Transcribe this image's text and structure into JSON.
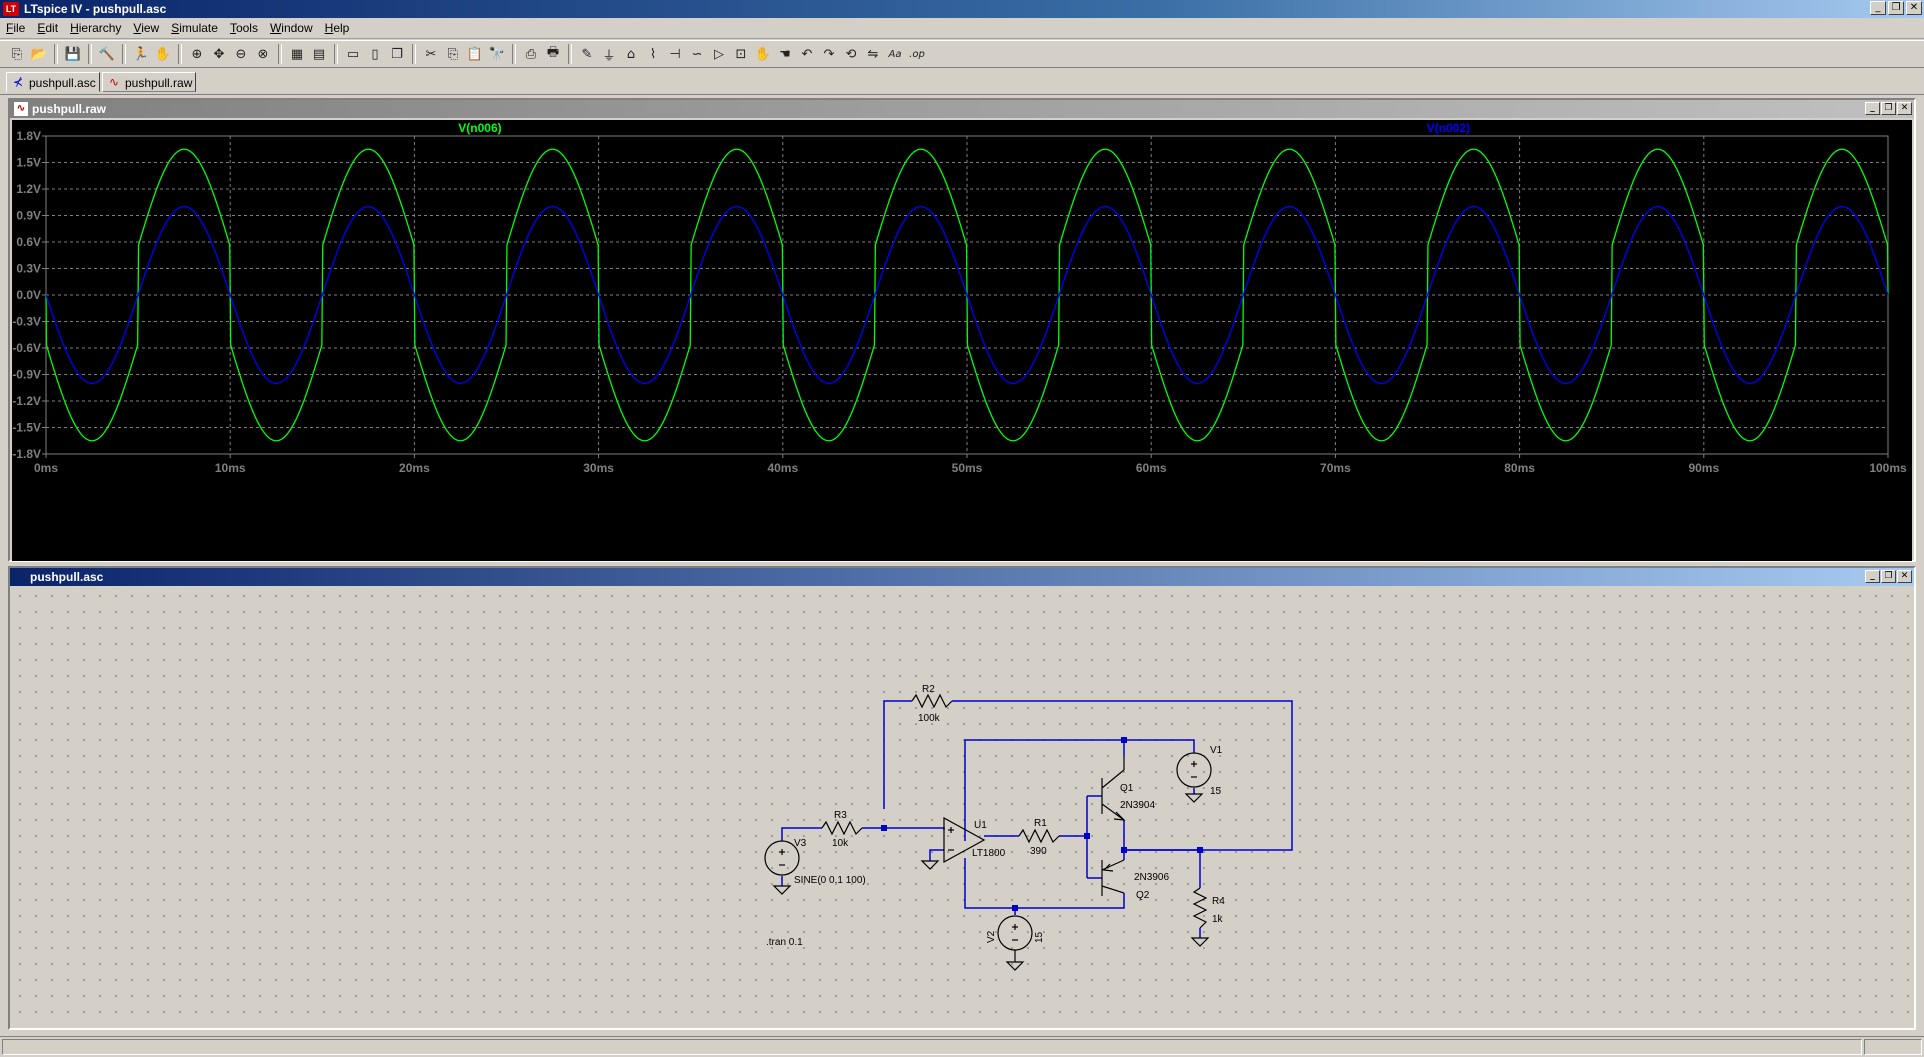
{
  "window": {
    "title": "LTspice IV - pushpull.asc",
    "app_icon": "ltspice-icon",
    "buttons": {
      "minimize": "_",
      "restore": "❐",
      "close": "✕"
    }
  },
  "menubar": {
    "items": [
      {
        "label": "File",
        "key": "F",
        "rest": "ile"
      },
      {
        "label": "Edit",
        "key": "E",
        "rest": "dit"
      },
      {
        "label": "Hierarchy",
        "key": "H",
        "rest": "ierarchy"
      },
      {
        "label": "View",
        "key": "V",
        "rest": "iew"
      },
      {
        "label": "Simulate",
        "key": "S",
        "rest": "imulate"
      },
      {
        "label": "Tools",
        "key": "T",
        "rest": "ools"
      },
      {
        "label": "Window",
        "key": "W",
        "rest": "indow"
      },
      {
        "label": "Help",
        "key": "H",
        "rest": "elp"
      }
    ]
  },
  "toolbar": {
    "groups": [
      [
        "new-schematic-icon",
        "open-icon"
      ],
      [
        "save-icon"
      ],
      [
        "control-panel-icon"
      ],
      [
        "run-icon",
        "halt-icon"
      ],
      [
        "zoom-in-icon",
        "pan-icon",
        "zoom-out-icon",
        "zoom-fit-icon"
      ],
      [
        "autorange-icon",
        "view-icon"
      ],
      [
        "tile-horizontal-icon",
        "tile-vertical-icon",
        "cascade-icon"
      ],
      [
        "cut-icon",
        "copy-icon",
        "paste-icon",
        "find-icon"
      ],
      [
        "print-setup-icon",
        "print-icon"
      ],
      [
        "wire-icon",
        "ground-icon",
        "label-icon",
        "resistor-icon",
        "capacitor-icon",
        "inductor-icon",
        "diode-icon",
        "component-icon",
        "move-icon",
        "drag-icon",
        "undo-icon",
        "redo-icon",
        "rotate-icon",
        "mirror-icon",
        "text-icon",
        "spice-directive-icon"
      ]
    ],
    "glyphs": {
      "new-schematic-icon": "⎘",
      "open-icon": "📂",
      "save-icon": "💾",
      "control-panel-icon": "🔨",
      "run-icon": "🏃",
      "halt-icon": "✋",
      "zoom-in-icon": "⊕",
      "pan-icon": "✥",
      "zoom-out-icon": "⊖",
      "zoom-fit-icon": "⊗",
      "autorange-icon": "▦",
      "view-icon": "▤",
      "tile-horizontal-icon": "▭",
      "tile-vertical-icon": "▯",
      "cascade-icon": "❐",
      "cut-icon": "✂",
      "copy-icon": "⎘",
      "paste-icon": "📋",
      "find-icon": "🔭",
      "print-setup-icon": "⎙",
      "print-icon": "🖶",
      "wire-icon": "✎",
      "ground-icon": "⏚",
      "label-icon": "⌂",
      "resistor-icon": "⌇",
      "capacitor-icon": "⊣",
      "inductor-icon": "∽",
      "diode-icon": "▷",
      "component-icon": "⊡",
      "move-icon": "✋",
      "drag-icon": "☚",
      "undo-icon": "↶",
      "redo-icon": "↷",
      "rotate-icon": "⟲",
      "mirror-icon": "⇋",
      "text-icon": "Aa",
      "spice-directive-icon": ".op"
    }
  },
  "tabs": [
    {
      "label": "pushpull.asc",
      "icon": "schematic-tab-icon",
      "glyph": "⊀",
      "active": true
    },
    {
      "label": "pushpull.raw",
      "icon": "waveform-tab-icon",
      "glyph": "∿",
      "active": false
    }
  ],
  "waveform_pane": {
    "title": "pushpull.raw",
    "icon": "waveform-icon"
  },
  "schematic_pane": {
    "title": "pushpull.asc"
  },
  "chart_data": {
    "type": "line",
    "title": "",
    "xlabel": "",
    "ylabel": "",
    "xlim": [
      0,
      100
    ],
    "ylim": [
      -1.8,
      1.8
    ],
    "x_unit": "ms",
    "y_unit": "V",
    "grid": true,
    "x_ticks": [
      0,
      10,
      20,
      30,
      40,
      50,
      60,
      70,
      80,
      90,
      100
    ],
    "x_tick_labels": [
      "0ms",
      "10ms",
      "20ms",
      "30ms",
      "40ms",
      "50ms",
      "60ms",
      "70ms",
      "80ms",
      "90ms",
      "100ms"
    ],
    "y_ticks": [
      1.8,
      1.5,
      1.2,
      0.9,
      0.6,
      0.3,
      0.0,
      -0.3,
      -0.6,
      -0.9,
      -1.2,
      -1.5,
      -1.8
    ],
    "y_tick_labels": [
      "1.8V",
      "1.5V",
      "1.2V",
      "0.9V",
      "0.6V",
      "0.3V",
      "0.0V",
      "-0.3V",
      "-0.6V",
      "-0.9V",
      "-1.2V",
      "-1.5V",
      "-1.8V"
    ],
    "series": [
      {
        "name": "V(n006)",
        "color": "#00ff00",
        "frequency_hz": 100,
        "amplitude": 1.65,
        "phase_sign": -1,
        "crossover_jump": 0.55
      },
      {
        "name": "V(n002)",
        "color": "#0000ff",
        "frequency_hz": 100,
        "amplitude": 1.0,
        "phase_sign": -1,
        "crossover_jump": 0
      }
    ]
  },
  "schematic": {
    "labels": {
      "r2_name": "R2",
      "r2_value": "100k",
      "r3_name": "R3",
      "r3_value": "10k",
      "r1_name": "R1",
      "r1_value": "390",
      "r4_name": "R4",
      "r4_value": "1k",
      "u1_name": "U1",
      "u1_value": "LT1800",
      "q1_name": "Q1",
      "q1_value": "2N3904",
      "q2_name": "Q2",
      "q2_value": "2N3906",
      "v1_name": "V1",
      "v1_value": "15",
      "v2_name": "V2",
      "v2_value": "15",
      "v3_name": "V3",
      "v3_value": "SINE(0 0.1 100)",
      "directive": ".tran 0.1"
    },
    "wire_color": "#0000cc",
    "component_color": "#000000"
  }
}
